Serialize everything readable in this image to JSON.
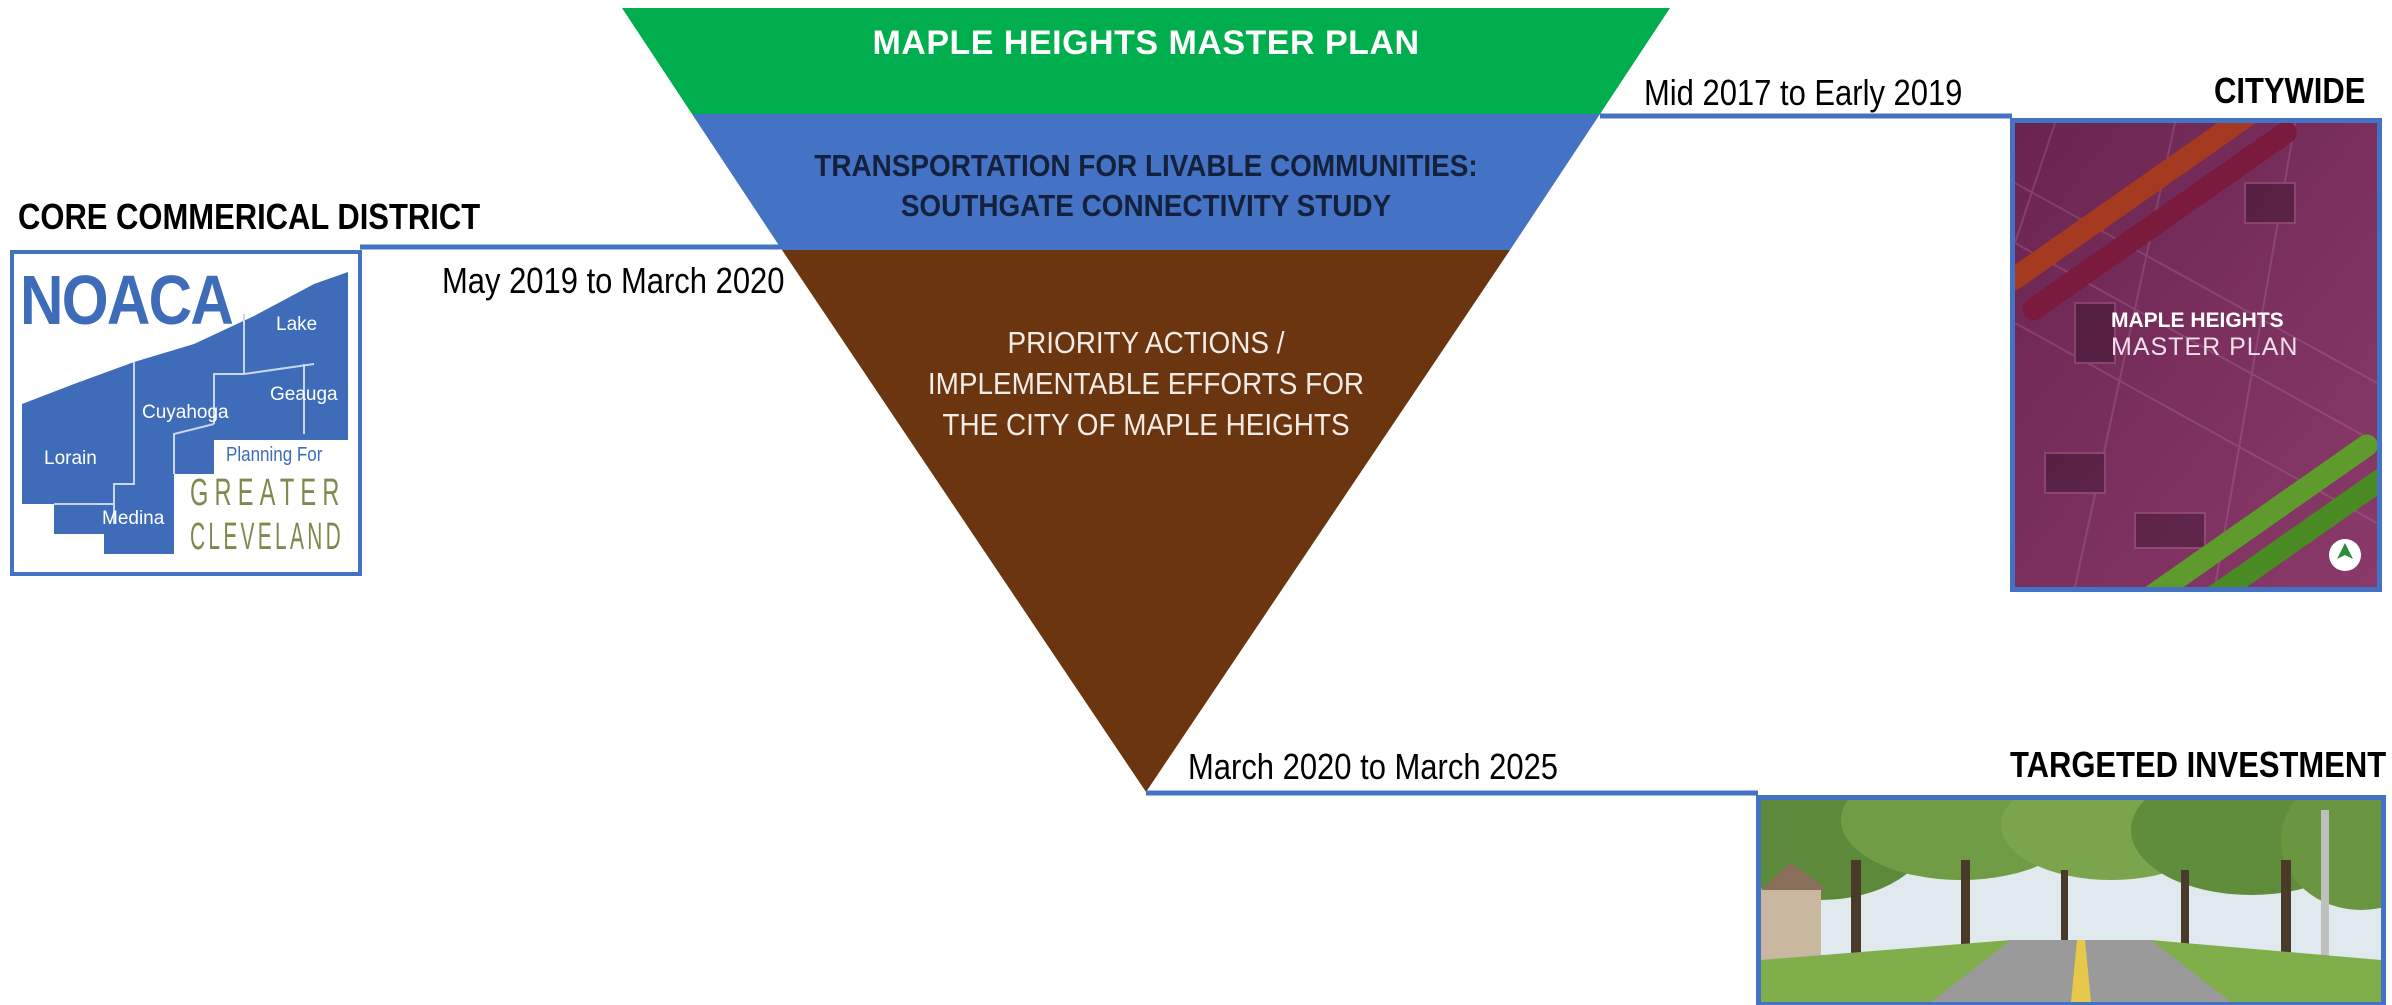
{
  "tiers": {
    "top": "MAPLE HEIGHTS MASTER PLAN",
    "middle_line1": "TRANSPORTATION FOR LIVABLE COMMUNITIES:",
    "middle_line2": "SOUTHGATE CONNECTIVITY STUDY",
    "bottom_line1": "PRIORITY ACTIONS /",
    "bottom_line2": "IMPLEMENTABLE EFFORTS FOR",
    "bottom_line3": "THE CITY OF MAPLE HEIGHTS"
  },
  "colors": {
    "green": "#00ae4d",
    "blue": "#4472c4",
    "brown": "#6b3510",
    "frame": "#4472c4"
  },
  "scopes": {
    "citywide": {
      "heading": "CITYWIDE",
      "dates": "Mid 2017 to Early 2019"
    },
    "core": {
      "heading": "CORE COMMERICAL DISTRICT",
      "dates": "May 2019 to March 2020"
    },
    "targeted": {
      "heading": "TARGETED INVESTMENT",
      "dates": "March 2020 to March 2025"
    }
  },
  "noaca_logo": {
    "name": "NOACA",
    "counties": [
      "Lake",
      "Geauga",
      "Cuyahoga",
      "Lorain",
      "Medina"
    ],
    "tagline": "Planning For",
    "line1": "GREATER",
    "line2": "CLEVELAND"
  },
  "cover": {
    "title1": "MAPLE HEIGHTS",
    "title2": "MASTER PLAN"
  }
}
